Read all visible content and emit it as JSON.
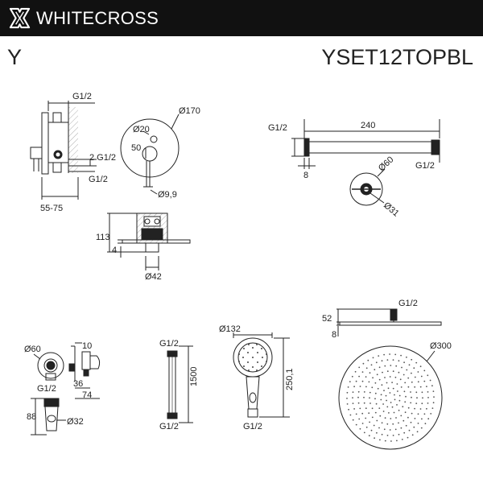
{
  "header": {
    "brand": "WHITECROSS",
    "logo_icon": "cross-x-icon",
    "background": "#111111"
  },
  "series": "Y",
  "model": "YSET12TOPBL",
  "mixer": {
    "thread_top": "G1/2",
    "thread_bottom": "G1/2",
    "side_thread": "2 G1/2",
    "depth": "55-75",
    "plate_diameter": "Ø170",
    "handle_diameter": "Ø20",
    "offset": "50",
    "pin_diameter": "Ø9,9",
    "body_height": "113",
    "plate_thickness": "4",
    "spout_diameter": "Ø42"
  },
  "shower_arm": {
    "inlet_thread": "G1/2",
    "length": "240",
    "outlet_thread": "G1/2",
    "flange_thickness": "8",
    "flange_diameter": "Ø60",
    "tube_diameter": "Ø31"
  },
  "wall_outlet": {
    "diameter": "Ø60",
    "projection": "10",
    "depth": "36",
    "reach": "74",
    "thread": "G1/2",
    "holder_height": "88",
    "holder_diameter": "Ø32"
  },
  "hose": {
    "thread_top": "G1/2",
    "length": "1500",
    "thread_bottom": "G1/2"
  },
  "hand_shower": {
    "head_diameter": "Ø132",
    "length": "250,1",
    "thread": "G1/2"
  },
  "overhead_shower": {
    "thread": "G1/2",
    "height": "52",
    "thickness": "8",
    "diameter": "Ø300"
  }
}
